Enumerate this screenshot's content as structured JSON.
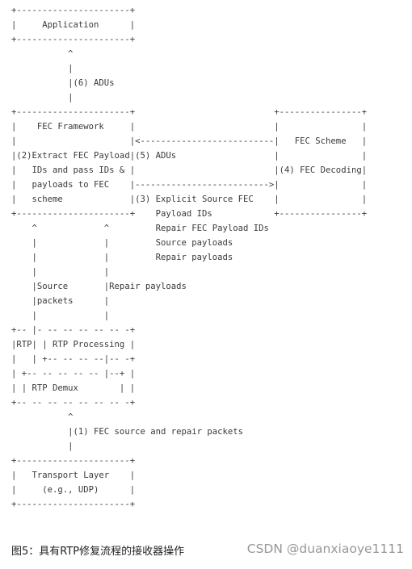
{
  "diagram": {
    "ascii_art": "+----------------------+\n|     Application      |\n+----------------------+\n           ^\n           |\n           |(6) ADUs\n           |\n+----------------------+                           +----------------+\n|    FEC Framework     |                           |                |\n|                      |<--------------------------|   FEC Scheme   |\n|(2)Extract FEC Payload|(5) ADUs                   |                |\n|   IDs and pass IDs & |                           |(4) FEC Decoding|\n|   payloads to FEC    |-------------------------->|                |\n|   scheme             |(3) Explicit Source FEC    |                |\n+----------------------+    Payload IDs            +----------------+\n    ^             ^         Repair FEC Payload IDs\n    |             |         Source payloads\n    |             |         Repair payloads\n    |             |\n    |Source       |Repair payloads\n    |packets      |\n    |             |\n+-- |- -- -- -- -- -- -+\n|RTP| | RTP Processing |\n|   | +-- -- -- --|-- -+\n| +-- -- -- -- -- |--+ |\n| | RTP Demux        | |\n+-- -- -- -- -- -- -- -+\n           ^\n           |(1) FEC source and repair packets\n           |\n+----------------------+\n|   Transport Layer    |\n|     (e.g., UDP)      |\n+----------------------+"
  },
  "caption": "图5：具有RTP修复流程的接收器操作",
  "watermark": "CSDN @duanxiaoye1111"
}
